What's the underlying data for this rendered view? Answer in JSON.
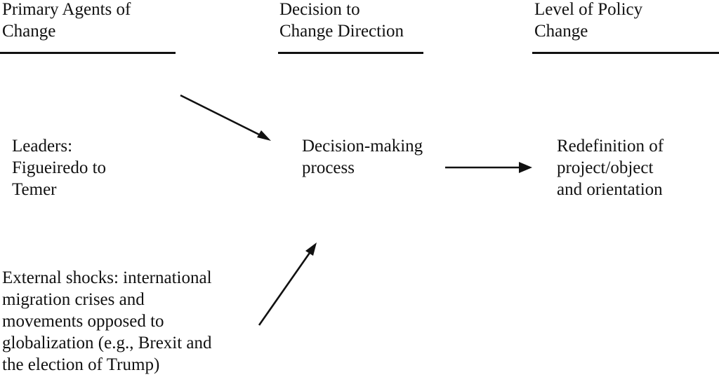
{
  "figure": {
    "background_color": "#ffffff",
    "ink_color": "#111111"
  },
  "headers": {
    "agents": "Primary Agents of\nChange",
    "decision": "Decision to\nChange Direction",
    "level": "Level of Policy\nChange"
  },
  "nodes": {
    "leaders": "Leaders:\nFigueiredo to\nTemer",
    "decision_process": "Decision-making\nprocess",
    "redefinition": "Redefinition of\nproject/object\nand orientation",
    "external_shocks": "External shocks: international\nmigration crises and\nmovements opposed to\nglobalization (e.g., Brexit and\nthe election of Trump)"
  },
  "connections": [
    {
      "name": "leaders-to-decision-process",
      "from": "Leaders: Figueiredo to Temer",
      "to": "Decision-making process",
      "direction": "down-right"
    },
    {
      "name": "decision-process-to-redefinition",
      "from": "Decision-making process",
      "to": "Redefinition of project/object and orientation",
      "direction": "right"
    },
    {
      "name": "external-shocks-to-decision-process",
      "from": "External shocks: international migration crises and movements opposed to globalization (e.g., Brexit and the election of Trump)",
      "to": "Decision-making process",
      "direction": "up-right"
    }
  ]
}
